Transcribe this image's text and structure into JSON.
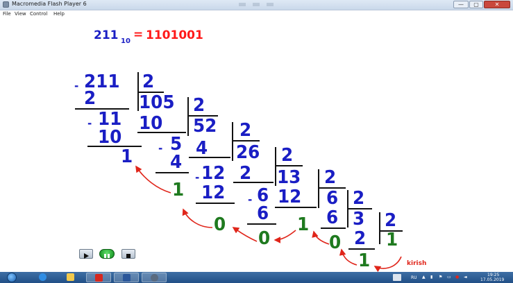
{
  "window": {
    "title": "Macromedia Flash Player 6",
    "buttons": {
      "minimize": "—",
      "maximize": "▢",
      "close": "✕"
    }
  },
  "menu": {
    "file": "File",
    "view": "View",
    "control": "Control",
    "help": "Help"
  },
  "equation": {
    "number": "211",
    "base": "10",
    "equals": "=",
    "result": "1101001"
  },
  "division": {
    "step1": {
      "dividend": "211",
      "divisor": "2",
      "quotient": "105",
      "subtracted": "2",
      "remainder_row": "11",
      "subtracted2": "10",
      "remainder": "1"
    },
    "step2": {
      "dividend": "105",
      "divisor": "2",
      "quotient": "52",
      "subtracted": "10",
      "remainder_row": "5",
      "subtracted2": "4",
      "remainder": "1"
    },
    "step3": {
      "dividend": "52",
      "divisor": "2",
      "quotient": "26",
      "subtracted": "4",
      "remainder_row": "12",
      "subtracted2": "12",
      "remainder": "0"
    },
    "step4": {
      "dividend": "26",
      "divisor": "2",
      "quotient": "13",
      "subtracted": "2",
      "remainder_row": "6",
      "subtracted2": "6",
      "remainder": "0"
    },
    "step5": {
      "dividend": "13",
      "divisor": "2",
      "quotient": "6",
      "subtracted": "12",
      "remainder": "1"
    },
    "step6": {
      "dividend": "6",
      "divisor": "2",
      "quotient": "3",
      "subtracted": "6",
      "remainder": "0"
    },
    "step7": {
      "dividend": "3",
      "divisor": "2",
      "quotient": "1",
      "subtracted": "2",
      "remainder": "1"
    },
    "final": "1",
    "minus": "-"
  },
  "author_label": "kirish",
  "controls": [
    "play-button",
    "pause-button",
    "stop-button"
  ],
  "taskbar": {
    "apps": [
      "internet-explorer",
      "file-explorer",
      "pdf-reader",
      "word",
      "flash-player"
    ],
    "tray": {
      "language": "RU",
      "time": "19:25",
      "date": "17.05.2019"
    }
  },
  "colors": {
    "result": "#ff1a1a",
    "digits": "#1a1ec4",
    "remainders": "#1f7a1f",
    "arrows": "#e0251a",
    "author": "#e0251a"
  }
}
